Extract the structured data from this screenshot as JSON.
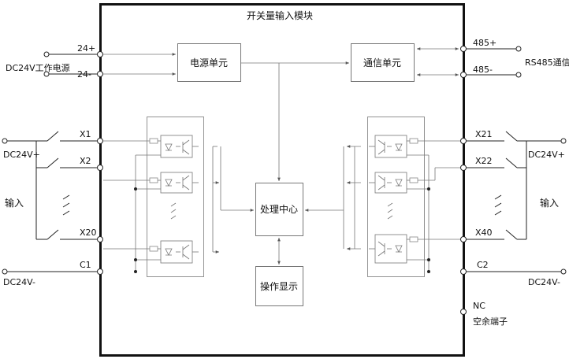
{
  "module_title": "开关量输入模块",
  "blocks": {
    "power_unit": "电源单元",
    "comm_unit": "通信单元",
    "processing_center": "处理中心",
    "operation_display": "操作显示"
  },
  "left": {
    "supply_label": "DC24V工作电源",
    "terminal_plus": "24+",
    "terminal_minus": "24-",
    "x1": "X1",
    "x2": "X2",
    "x20": "X20",
    "c1": "C1",
    "dc_plus": "DC24V+",
    "input": "输入",
    "dc_minus": "DC24V-"
  },
  "right": {
    "rs485_label": "RS485通信",
    "terminal_485p": "485+",
    "terminal_485m": "485-",
    "x21": "X21",
    "x22": "X22",
    "x40": "X40",
    "c2": "C2",
    "dc_plus": "DC24V+",
    "input": "输入",
    "dc_minus": "DC24V-",
    "nc": "NC",
    "spare": "空余端子"
  },
  "colors": {
    "line": "#222222",
    "inner": "#777777",
    "background": "#ffffff"
  }
}
